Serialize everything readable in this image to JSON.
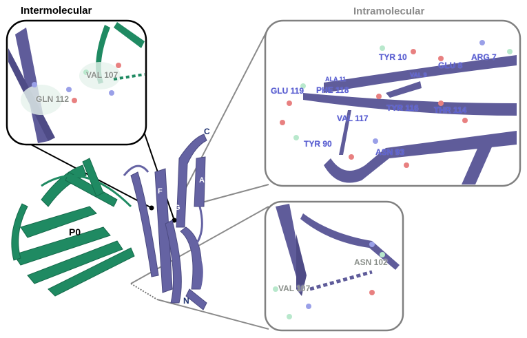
{
  "titles": {
    "intermolecular": "Intermolecular",
    "intramolecular": "Intramolecular"
  },
  "colors": {
    "domain_purple": "#5f5c9a",
    "p0_green": "#1f8a62",
    "atom_green": "#b8e8cc",
    "oxygen": "#e88080",
    "nitrogen": "#9aa0e8",
    "frame": "#808080"
  },
  "molecule_labels": {
    "p0": "P0",
    "c_term": "C",
    "n_term": "N",
    "strand_f": "F",
    "strand_g": "G",
    "strand_a": "A'"
  },
  "intermolecular_residues": [
    "GLN 112",
    "VAL 107"
  ],
  "intramolecular_residues": [
    "TYR 10",
    "GLU 8",
    "ARG 7",
    "ALA 11",
    "VAL 9",
    "GLU 119",
    "PHE 118",
    "TYR 116",
    "THR 114",
    "VAL 117",
    "TYR 90",
    "ASN 93"
  ],
  "bottom_residues": [
    "VAL 107",
    "ASN 102"
  ]
}
